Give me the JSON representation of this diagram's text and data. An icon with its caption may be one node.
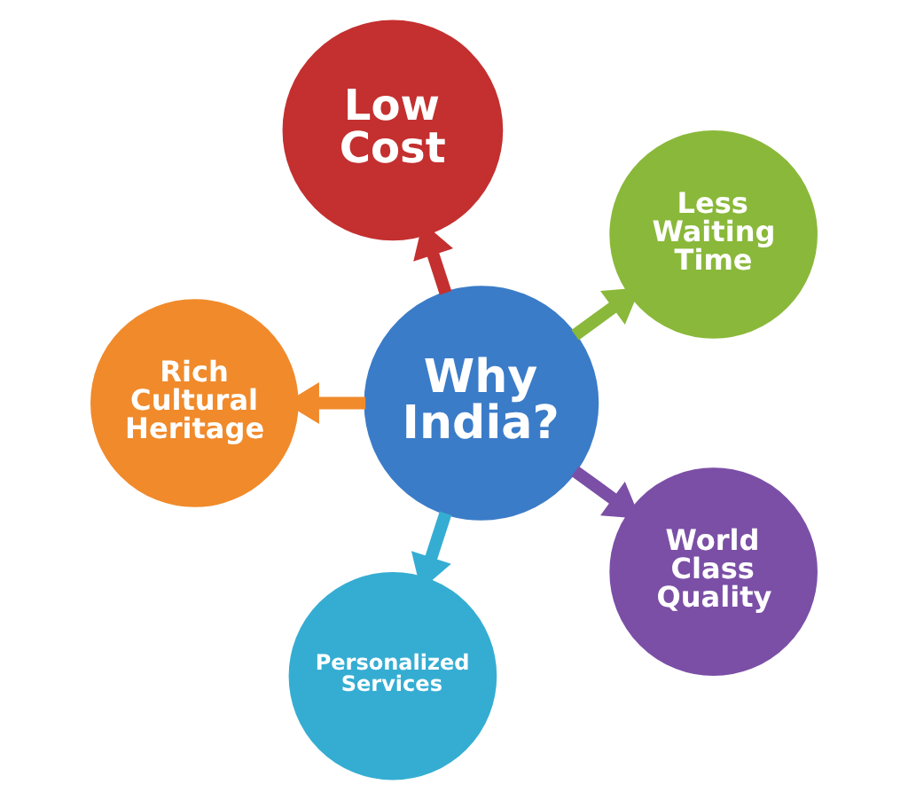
{
  "diagram": {
    "nodes": [
      {
        "text": [
          "Low Cost"
        ]
      },
      {
        "text": [
          "Rich Cultural Heritage"
        ]
      },
      {
        "text": [
          "Less Waiting Time"
        ]
      },
      {
        "text": [
          "Why India?"
        ]
      },
      {
        "text": [
          "Personalized Services"
        ]
      },
      {
        "text": [
          "World Class Quality"
        ]
      }
    ],
    "edges": [
      {
        "from": 3,
        "to": 0,
        "arrow": "to",
        "color": "#c3302f"
      },
      {
        "from": 3,
        "to": 2,
        "arrow": "to",
        "color": "#8ab83a"
      },
      {
        "from": 3,
        "to": 5,
        "arrow": "to",
        "color": "#7b4fa6"
      },
      {
        "from": 3,
        "to": 4,
        "arrow": "to",
        "color": "#35add2"
      },
      {
        "from": 3,
        "to": 1,
        "arrow": "to",
        "color": "#f08a2b"
      }
    ]
  }
}
